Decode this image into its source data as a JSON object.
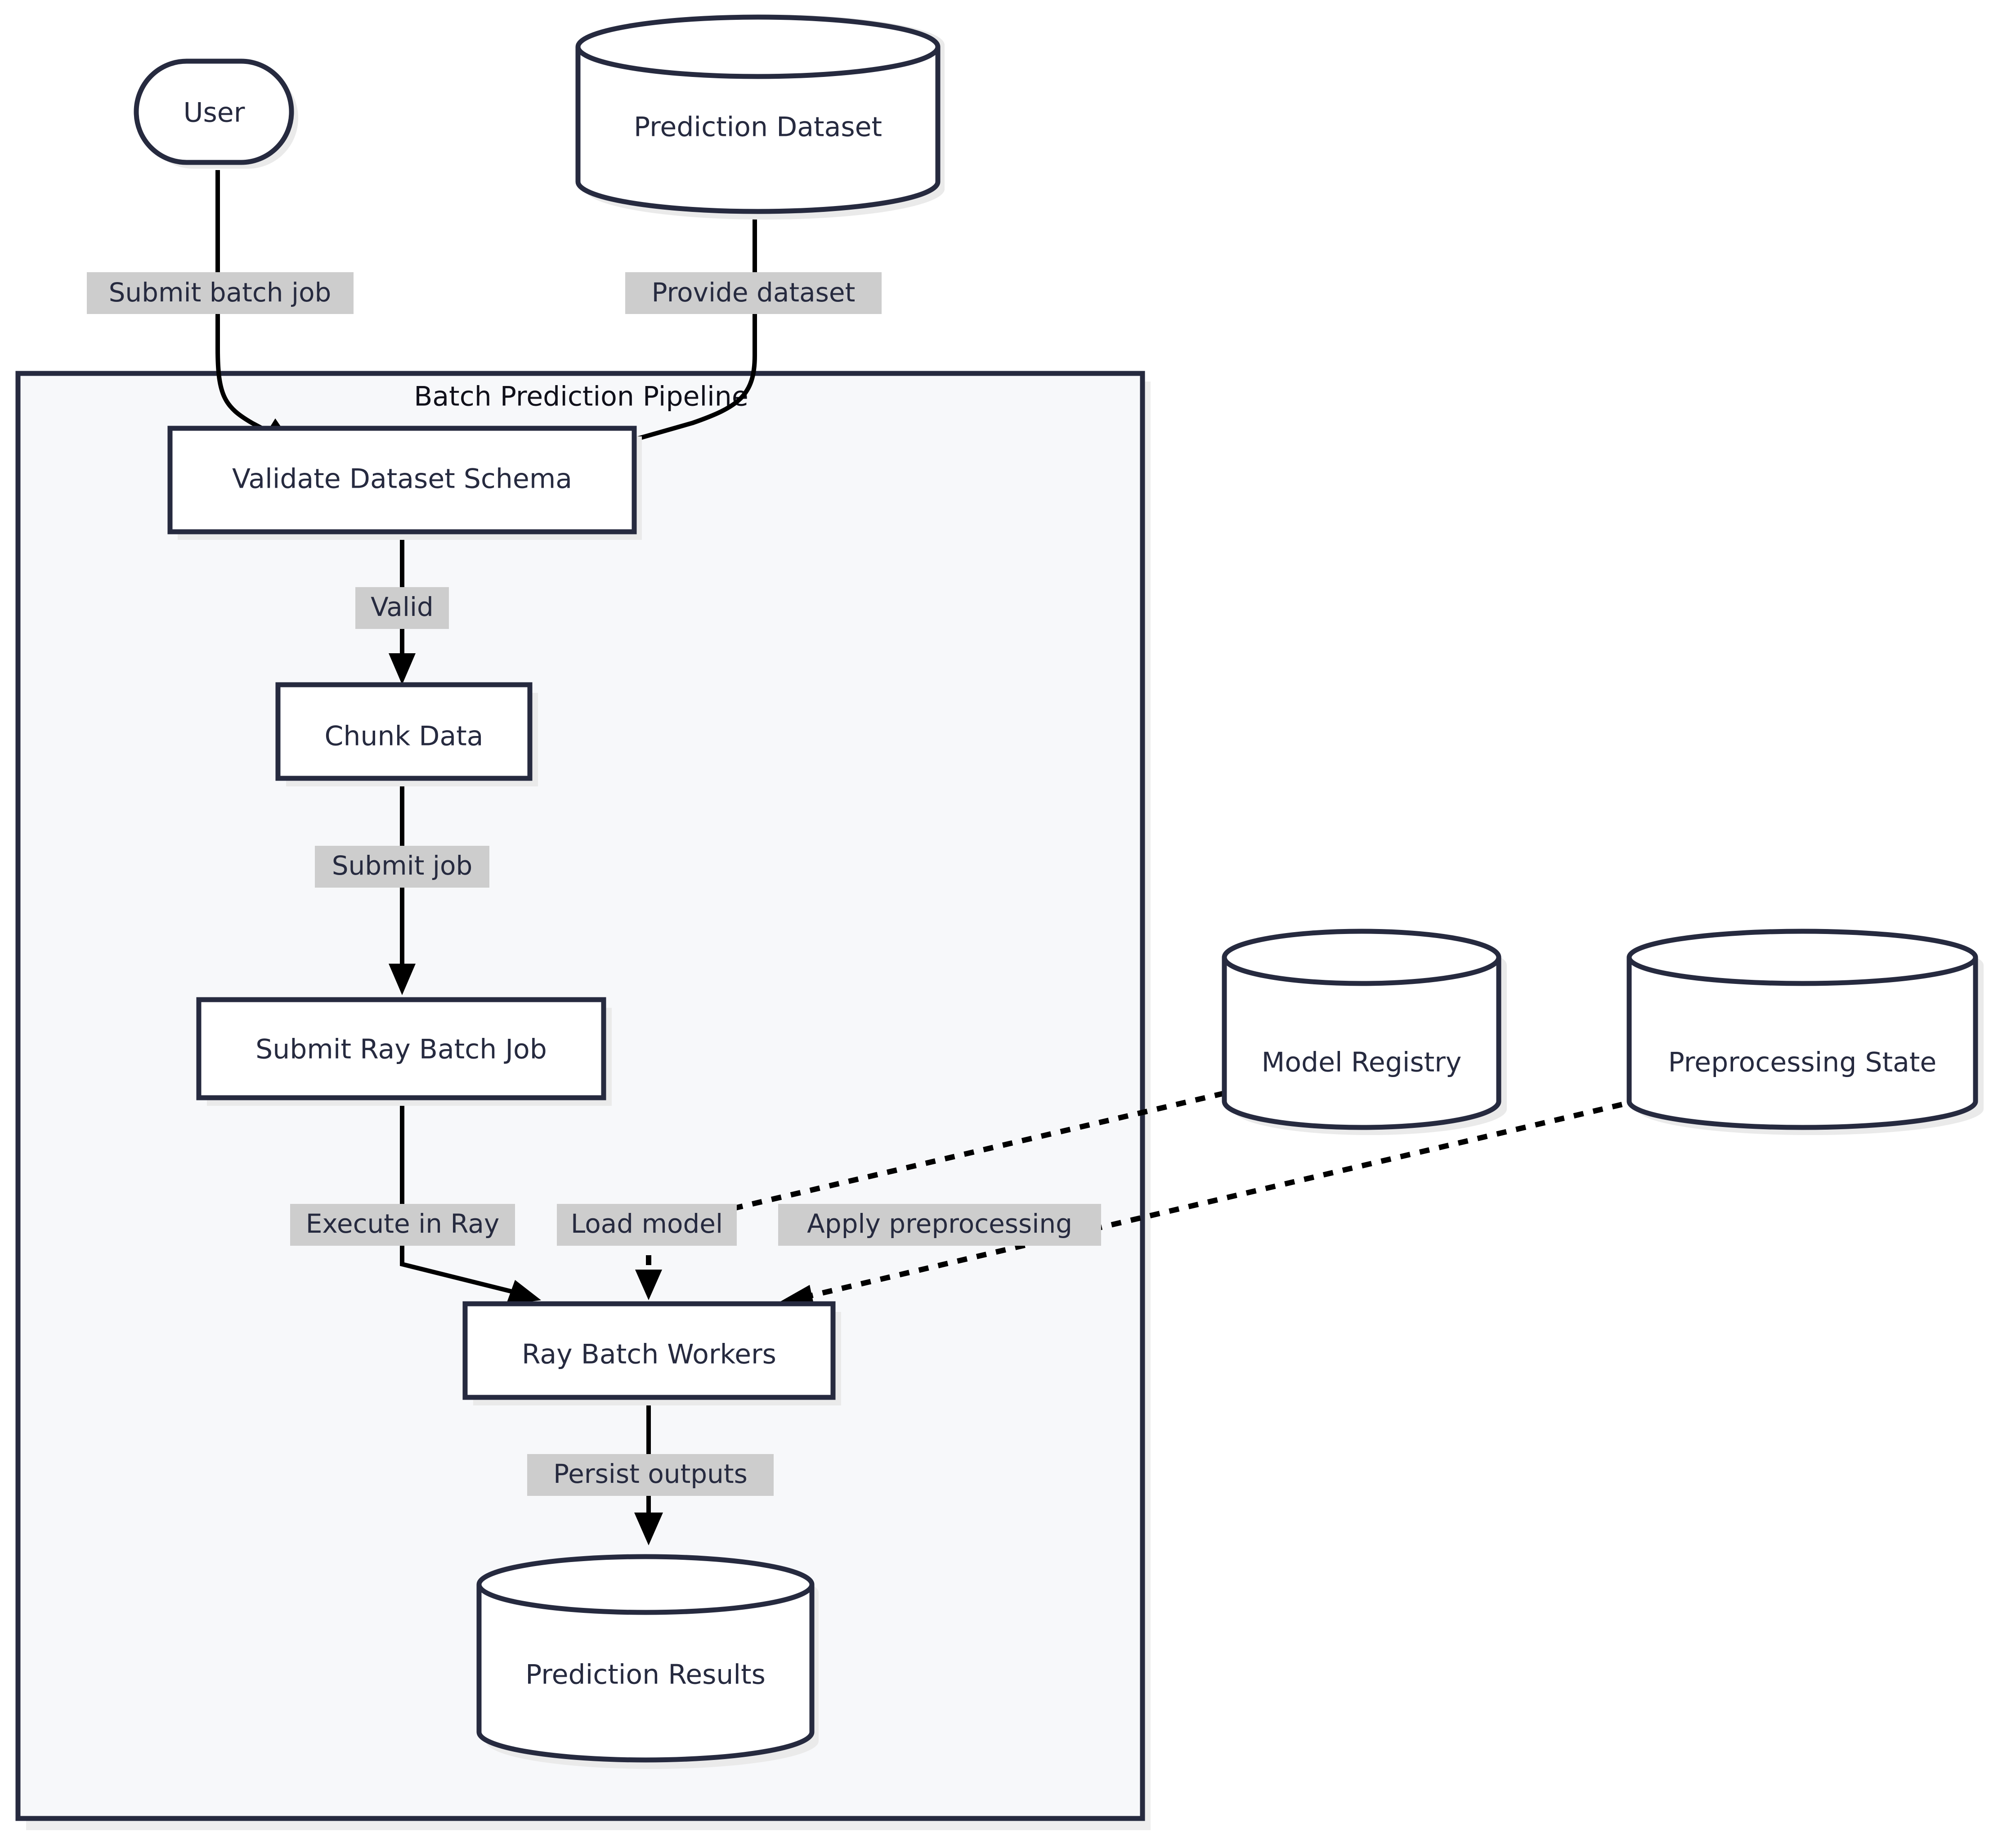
{
  "diagram": {
    "type": "flowchart",
    "direction": "top-down",
    "title": "",
    "theme": {
      "page_background": "#ffffff",
      "node_fill": "#ffffff",
      "node_stroke": "#262a3f",
      "node_text": "#262a3f",
      "subgraph_fill": "#f7f8fa",
      "subgraph_stroke": "#262a3f",
      "subgraph_title_color": "#10101a",
      "edge_stroke": "#000000",
      "edge_label_background": "#cdcdcd",
      "edge_label_text": "#262a3f",
      "shadow": "#eaeaea"
    },
    "subgraph": {
      "id": "batch-prediction-pipeline",
      "title": "Batch Prediction Pipeline"
    },
    "nodes": [
      {
        "id": "user",
        "label": "User",
        "shape": "stadium",
        "group": "external"
      },
      {
        "id": "prediction-dataset",
        "label": "Prediction Dataset",
        "shape": "cylinder",
        "group": "external"
      },
      {
        "id": "validate-dataset-schema",
        "label": "Validate Dataset Schema",
        "shape": "rect",
        "group": "pipeline"
      },
      {
        "id": "chunk-data",
        "label": "Chunk Data",
        "shape": "rect",
        "group": "pipeline"
      },
      {
        "id": "submit-ray-batch-job",
        "label": "Submit Ray Batch Job",
        "shape": "rect",
        "group": "pipeline"
      },
      {
        "id": "ray-batch-workers",
        "label": "Ray Batch Workers",
        "shape": "rect",
        "group": "pipeline"
      },
      {
        "id": "prediction-results",
        "label": "Prediction Results",
        "shape": "cylinder",
        "group": "pipeline"
      },
      {
        "id": "model-registry",
        "label": "Model Registry",
        "shape": "cylinder",
        "group": "external"
      },
      {
        "id": "preprocessing-state",
        "label": "Preprocessing State",
        "shape": "cylinder",
        "group": "external"
      }
    ],
    "edges": [
      {
        "id": "e1",
        "from": "user",
        "to": "validate-dataset-schema",
        "label": "Submit batch job",
        "style": "solid"
      },
      {
        "id": "e2",
        "from": "prediction-dataset",
        "to": "validate-dataset-schema",
        "label": "Provide dataset",
        "style": "solid"
      },
      {
        "id": "e3",
        "from": "validate-dataset-schema",
        "to": "chunk-data",
        "label": "Valid",
        "style": "solid"
      },
      {
        "id": "e4",
        "from": "chunk-data",
        "to": "submit-ray-batch-job",
        "label": "Submit job",
        "style": "solid"
      },
      {
        "id": "e5",
        "from": "submit-ray-batch-job",
        "to": "ray-batch-workers",
        "label": "Execute in Ray",
        "style": "solid"
      },
      {
        "id": "e6",
        "from": "model-registry",
        "to": "ray-batch-workers",
        "label": "Load model",
        "style": "dotted"
      },
      {
        "id": "e7",
        "from": "preprocessing-state",
        "to": "ray-batch-workers",
        "label": "Apply preprocessing",
        "style": "dotted"
      },
      {
        "id": "e8",
        "from": "ray-batch-workers",
        "to": "prediction-results",
        "label": "Persist outputs",
        "style": "solid"
      }
    ]
  }
}
